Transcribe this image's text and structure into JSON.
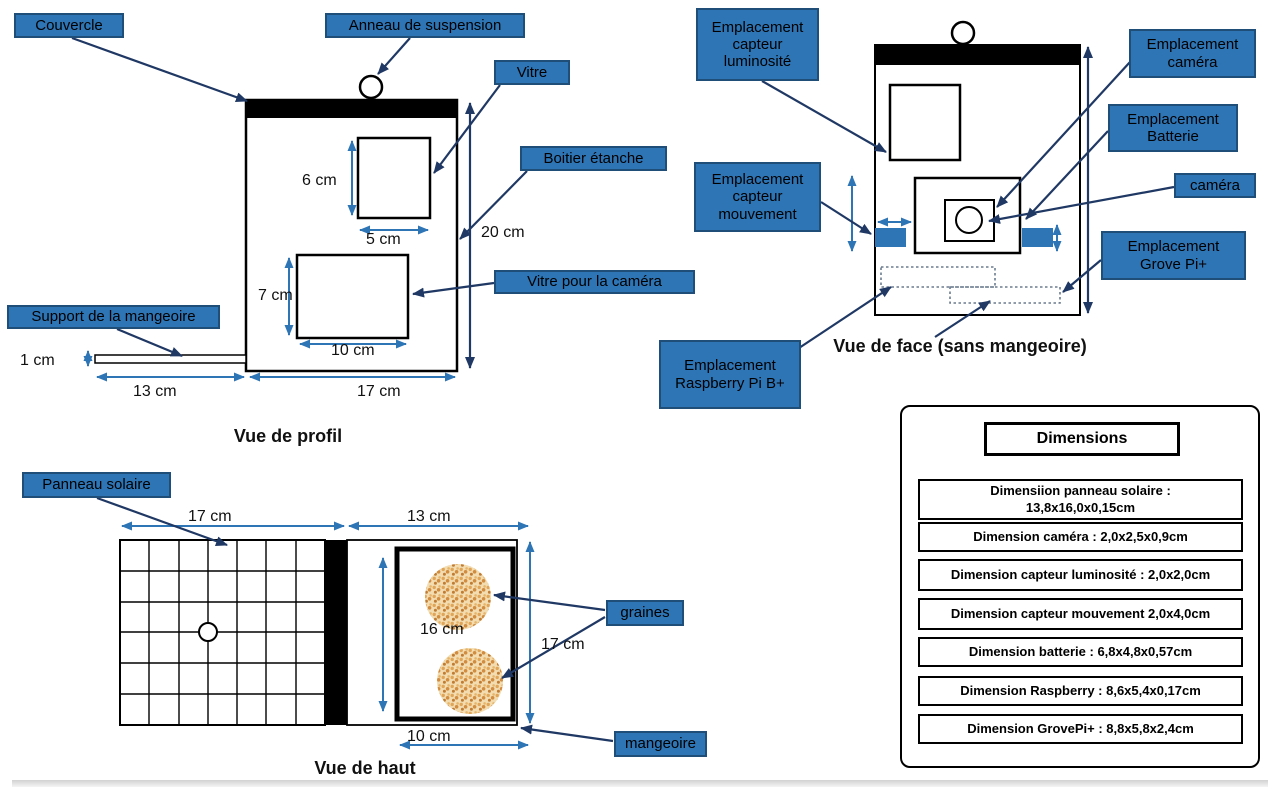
{
  "colors": {
    "label_bg": "#2E75B6",
    "label_border": "#1F4E79",
    "pointer_arrow": "#1F3864",
    "dimension_arrow": "#2E75B6"
  },
  "profile_view": {
    "title": "Vue de profil",
    "labels": {
      "couvercle": "Couvercle",
      "anneau_suspension": "Anneau de suspension",
      "vitre": "Vitre",
      "boitier_etanche": "Boitier étanche",
      "vitre_camera": "Vitre pour la caméra",
      "support_mangeoire": "Support de la mangeoire"
    },
    "dimensions": {
      "hauteur_vitre": "6 cm",
      "largeur_vitre": "5 cm",
      "hauteur_boitier": "20 cm",
      "hauteur_vitre_camera": "7 cm",
      "largeur_vitre_camera": "10 cm",
      "epaisseur_support": "1 cm",
      "longueur_support": "13 cm",
      "largeur_boitier": "17 cm"
    }
  },
  "front_view": {
    "title": "Vue de face (sans mangeoire)",
    "labels": {
      "capteur_luminosite": "Emplacement capteur luminosité",
      "emplacement_camera": "Emplacement caméra",
      "emplacement_batterie": "Emplacement Batterie",
      "camera": "caméra",
      "capteur_mouvement": "Emplacement capteur mouvement",
      "grove_pi": "Emplacement Grove Pi+",
      "raspberry_pi": "Emplacement Raspberry Pi B+"
    }
  },
  "top_view": {
    "title": "Vue de haut",
    "labels": {
      "panneau_solaire": "Panneau solaire",
      "graines": "graines",
      "mangeoire": "mangeoire"
    },
    "dimensions": {
      "largeur_panneau": "17 cm",
      "largeur_zone_mangeoire": "13 cm",
      "profondeur_mangeoire": "16 cm",
      "hauteur_cote": "17 cm",
      "largeur_mangeoire": "10 cm"
    }
  },
  "dimensions_table": {
    "title": "Dimensions",
    "rows": [
      "Dimensiion panneau solaire :\n13,8x16,0x0,15cm",
      "Dimension caméra : 2,0x2,5x0,9cm",
      "Dimension capteur luminosité : 2,0x2,0cm",
      "Dimension capteur mouvement 2,0x4,0cm",
      "Dimension batterie : 6,8x4,8x0,57cm",
      "Dimension Raspberry : 8,6x5,4x0,17cm",
      "Dimension GrovePi+ : 8,8x5,8x2,4cm"
    ]
  }
}
